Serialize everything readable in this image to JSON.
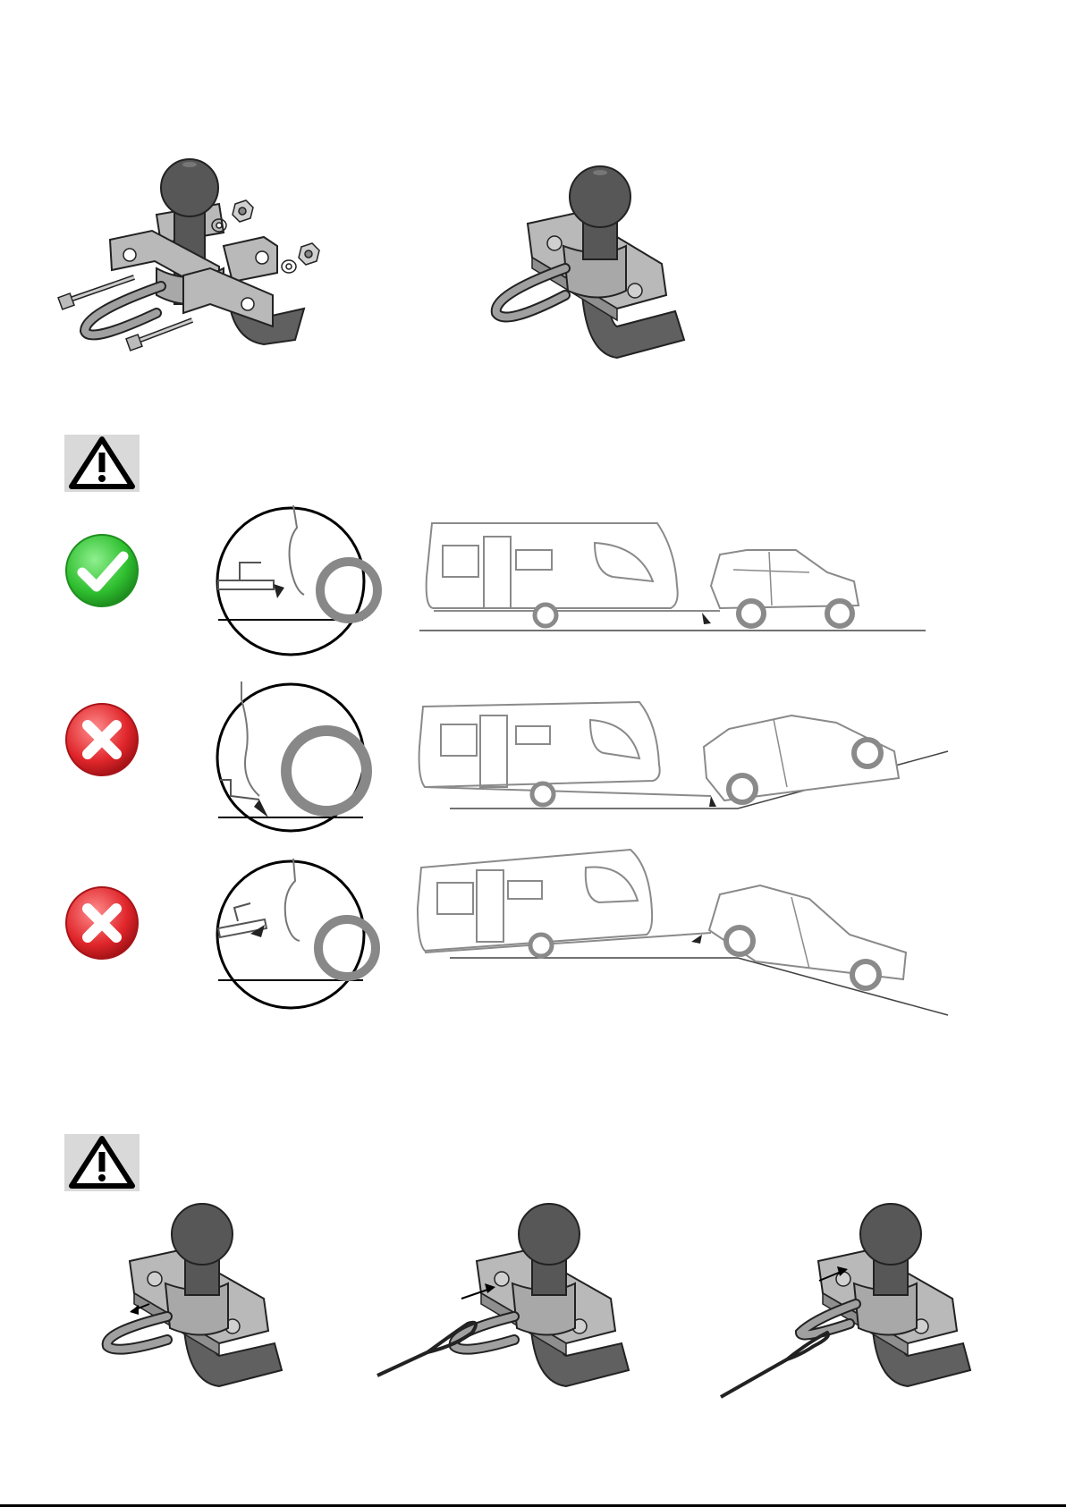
{
  "document": {
    "type": "instruction-sheet",
    "sections": [
      {
        "id": "assembly",
        "steps": [
          "exploded-view",
          "assembled-view"
        ]
      },
      {
        "id": "parking-warning",
        "rows": [
          {
            "status": "correct",
            "status_color": "#2fbf2f",
            "situation": "level-ground"
          },
          {
            "status": "incorrect",
            "status_color": "#e0262b",
            "situation": "uphill"
          },
          {
            "status": "incorrect",
            "status_color": "#e0262b",
            "situation": "downhill"
          }
        ]
      },
      {
        "id": "cable-attachment-warning",
        "steps": [
          "open-loop",
          "insert-cable",
          "cable-fixed"
        ]
      }
    ]
  },
  "colors": {
    "ball": "#575757",
    "neck": "#606060",
    "plate": "#b9b9b9",
    "bracket": "#9e9e9e",
    "outline": "#222222",
    "warning_bg": "#d9d9d9",
    "line_art": "#8a8a8a"
  },
  "icons": {
    "warning": "warning-triangle-icon",
    "correct": "check-icon",
    "incorrect": "cross-icon"
  }
}
